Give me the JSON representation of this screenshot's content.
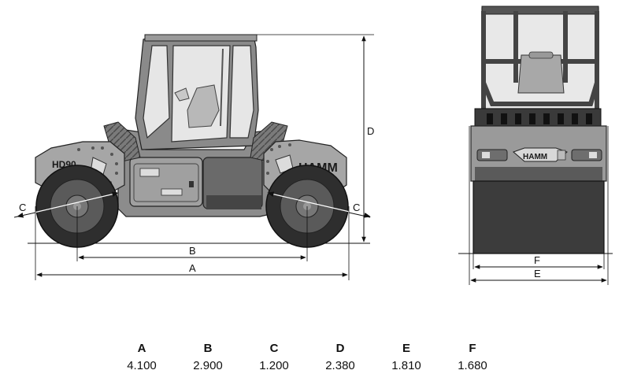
{
  "side_view": {
    "model_label": "HD90",
    "brand_label": "HAMM",
    "dimension_labels": {
      "A": "A",
      "B": "B",
      "C_left": "C",
      "C_right": "C",
      "D": "D"
    }
  },
  "front_view": {
    "brand_label": "HAMM",
    "dimension_labels": {
      "E": "E",
      "F": "F"
    }
  },
  "dimensions_table": {
    "headers": [
      "A",
      "B",
      "C",
      "D",
      "E",
      "F"
    ],
    "values": [
      "4.100",
      "2.900",
      "1.200",
      "2.380",
      "1.810",
      "1.680"
    ]
  },
  "colors": {
    "body": "#9a9a9a",
    "body_dark": "#5f5f5f",
    "drum": "#2e2e2e",
    "cab_glass": "#e6e6e6",
    "line": "#111111"
  }
}
